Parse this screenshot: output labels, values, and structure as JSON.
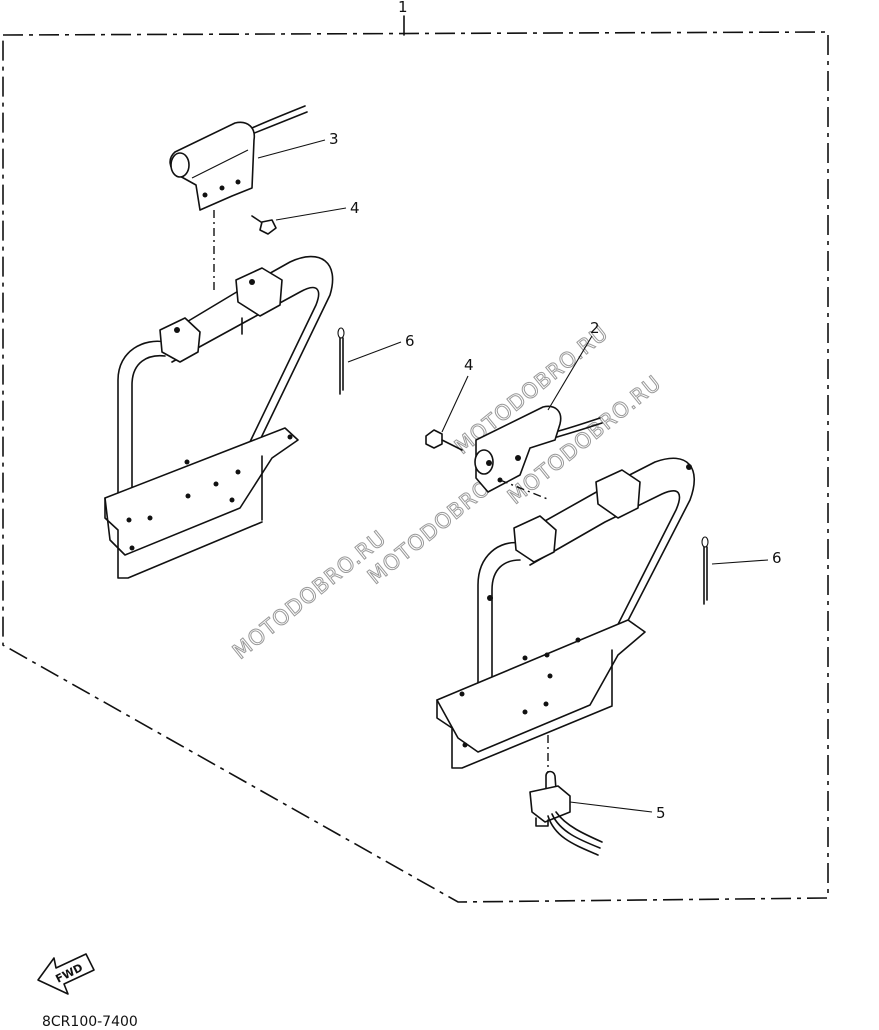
{
  "callouts": {
    "kit": "1",
    "mount_right": "2",
    "mount_left": "3",
    "bolt_left": "4",
    "bolt_right": "4",
    "switch": "5",
    "pin_left": "6",
    "pin_right": "6"
  },
  "watermarks": [
    "MOTODOBRO.RU",
    "MOTODOBRO.RU",
    "MOTODOBRO.RU",
    "MOTODOBRO.RU"
  ],
  "direction_label": "FWD",
  "diagram_code": "8CR100-7400"
}
